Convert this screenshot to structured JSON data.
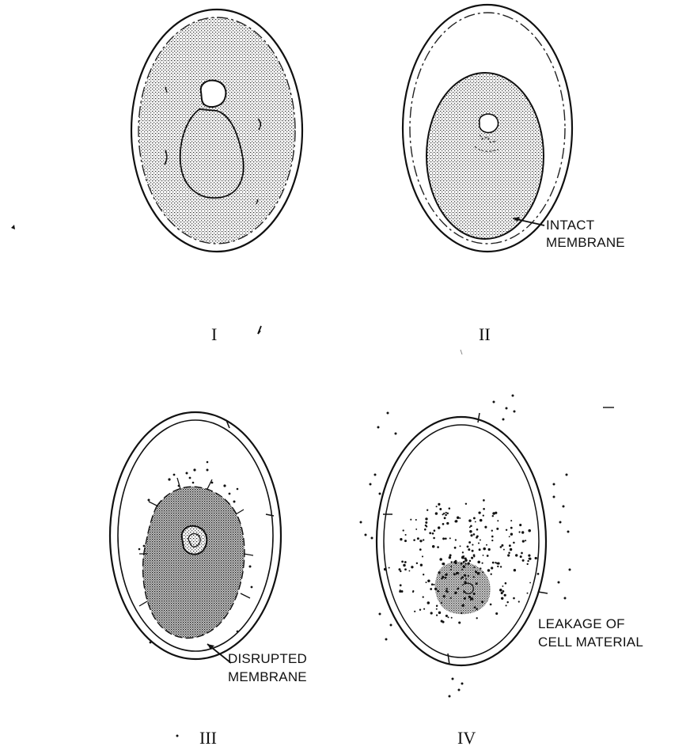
{
  "panels": [
    {
      "numeral": "I"
    },
    {
      "numeral": "II",
      "callout": [
        "INTACT",
        "MEMBRANE"
      ]
    },
    {
      "numeral": "III",
      "callout": [
        "DISRUPTED",
        "MEMBRANE"
      ]
    },
    {
      "numeral": "IV",
      "callout": [
        "LEAKAGE OF",
        "CELL MATERIAL"
      ]
    }
  ]
}
